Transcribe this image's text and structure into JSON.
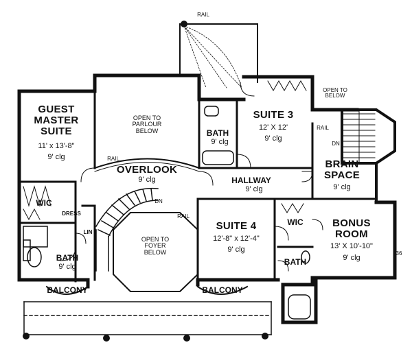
{
  "rooms": {
    "guest_master_suite": {
      "name_line1": "GUEST",
      "name_line2": "MASTER",
      "name_line3": "SUITE",
      "size": "11' x 13'-8\"",
      "ceiling": "9' clg"
    },
    "open_to_parlour": {
      "line1": "OPEN TO",
      "line2": "PARLOUR",
      "line3": "BELOW"
    },
    "bath_upper": {
      "name": "BATH",
      "ceiling": "9' clg"
    },
    "suite_3": {
      "name": "SUITE 3",
      "size": "12' X 12'",
      "ceiling": "9' clg"
    },
    "open_to_below": {
      "line1": "OPEN TO",
      "line2": "BELOW"
    },
    "brain_space": {
      "name_line1": "BRAIN",
      "name_line2": "SPACE",
      "ceiling": "9' clg"
    },
    "overlook": {
      "name": "OVERLOOK",
      "ceiling": "9' clg"
    },
    "hallway": {
      "name": "HALLWAY",
      "ceiling": "9' clg"
    },
    "open_to_foyer": {
      "line1": "OPEN TO",
      "line2": "FOYER",
      "line3": "BELOW"
    },
    "suite_4": {
      "name": "SUITE 4",
      "size": "12'-8\" x 12'-4\"",
      "ceiling": "9' clg"
    },
    "bonus_room": {
      "name_line1": "BONUS",
      "name_line2": "ROOM",
      "size": "13' X 10'-10\"",
      "ceiling": "9' clg"
    },
    "bath_left": {
      "name": "BATH",
      "ceiling": "9' clg"
    },
    "bath_right": {
      "name": "BATH"
    },
    "wic_left": {
      "name": "WIC"
    },
    "wic_right": {
      "name": "WIC"
    },
    "dress": {
      "name": "DRESS"
    },
    "lin": {
      "name": "LIN"
    },
    "balcony_left": {
      "name": "BALCONY"
    },
    "balcony_right": {
      "name": "BALCONY"
    }
  },
  "annotations": {
    "rail": "RAIL",
    "dn": "DN",
    "dim_36": "36"
  }
}
